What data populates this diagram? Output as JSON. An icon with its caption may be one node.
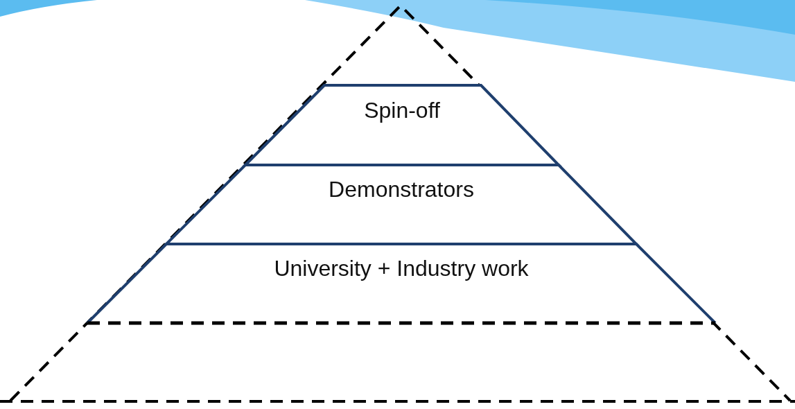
{
  "diagram": {
    "nodes": [
      {
        "text": [
          "Spin-off"
        ]
      },
      {
        "text": [
          "Demonstrators"
        ]
      },
      {
        "text": [
          "University + Industry work"
        ]
      }
    ]
  }
}
